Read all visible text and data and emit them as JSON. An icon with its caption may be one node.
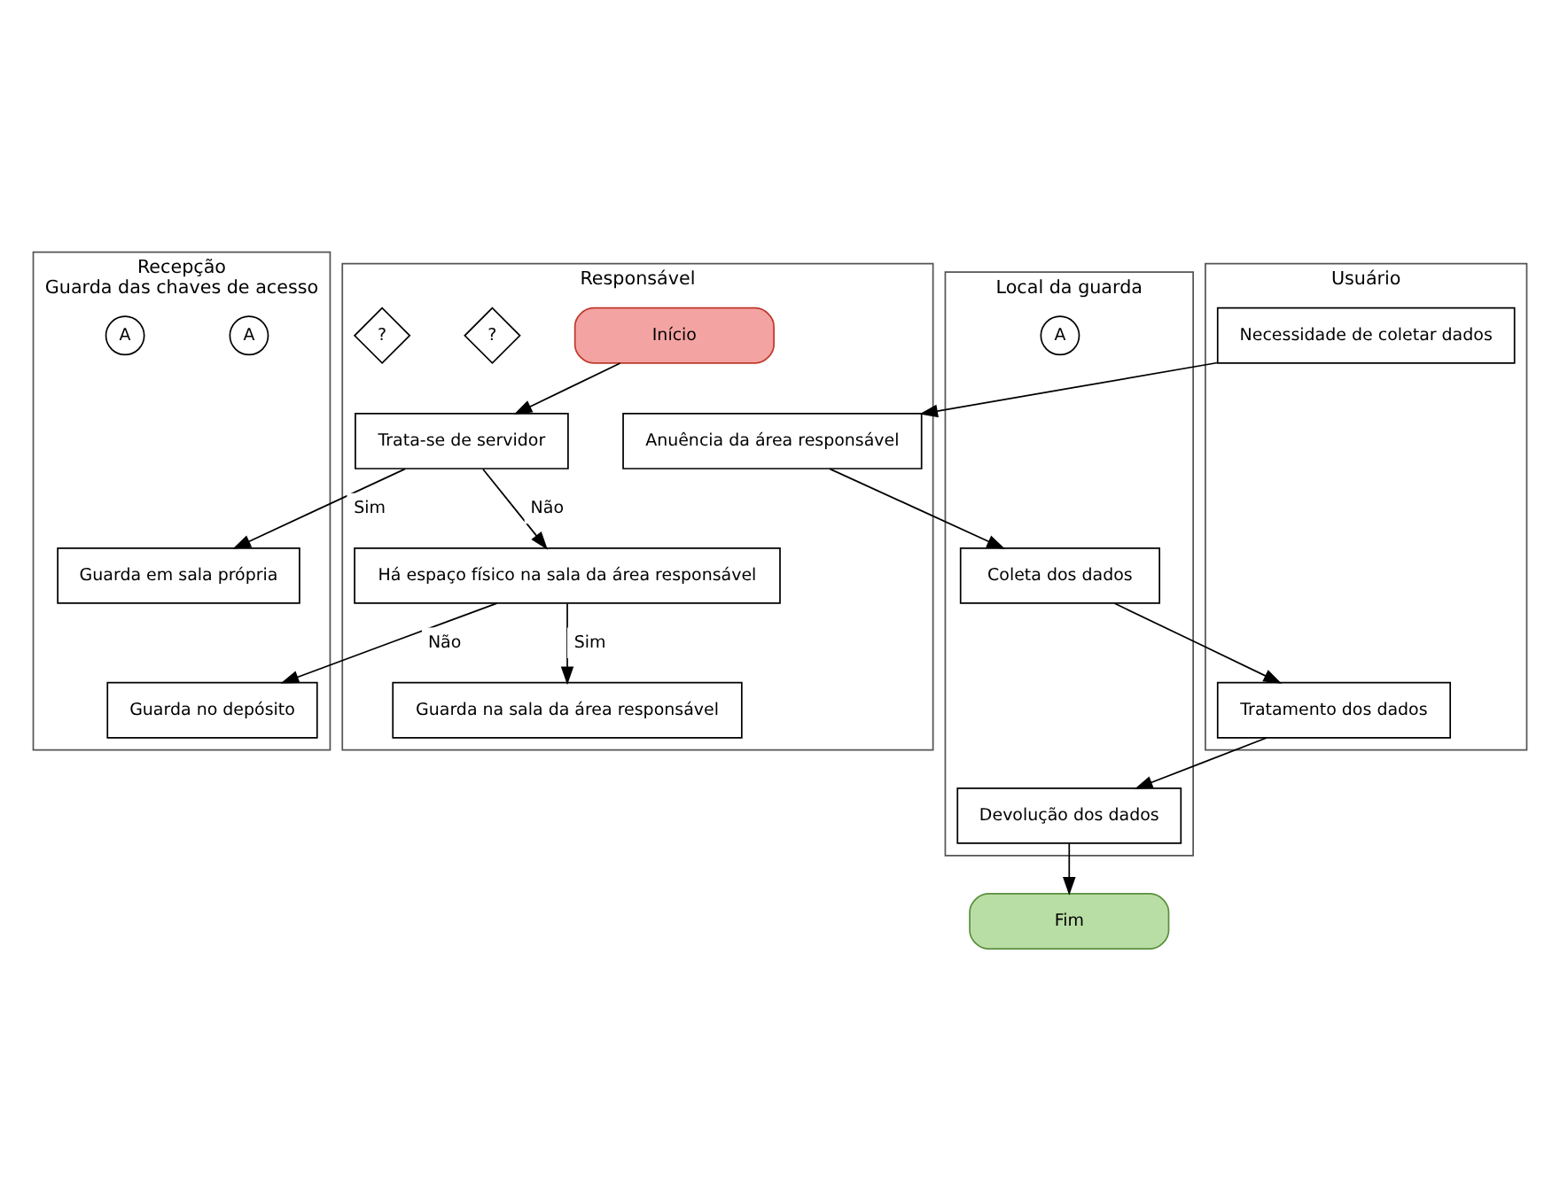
{
  "diagram": {
    "nodes": [
      {
        "text": [
          "Responsável"
        ]
      },
      {
        "text": [
          "Início"
        ],
        "in": 0
      },
      {
        "text": [
          "Trata-se de servidor"
        ],
        "in": 0
      },
      {
        "text": [
          "?"
        ],
        "in": 0
      },
      {
        "text": [
          "Há espaço físico na sala da área responsável"
        ],
        "in": 0
      },
      {
        "text": [
          "?"
        ],
        "in": 0
      },
      {
        "text": [
          "Guarda na sala da área responsável"
        ],
        "in": 0
      },
      {
        "text": [
          "Anuência da área responsável"
        ],
        "in": 0
      },
      {
        "text": [
          "Recepção",
          "Guarda das chaves de acesso"
        ]
      },
      {
        "text": [
          "Guarda em sala própria"
        ],
        "in": 8
      },
      {
        "text": [
          "A"
        ],
        "in": 8
      },
      {
        "text": [
          "Guarda no depósito"
        ],
        "in": 8
      },
      {
        "text": [
          "A"
        ],
        "in": 8
      },
      {
        "text": [
          "Fim"
        ]
      },
      {
        "text": [
          "Local da guarda"
        ]
      },
      {
        "text": [
          "A"
        ],
        "in": 14
      },
      {
        "text": [
          "Coleta dos dados"
        ],
        "in": 14
      },
      {
        "text": [
          "Devolução dos dados"
        ],
        "in": 14
      },
      {
        "text": [
          "Usuário"
        ]
      },
      {
        "text": [
          "Necessidade de coletar dados"
        ],
        "in": 18
      },
      {
        "text": [
          "Tratamento dos dados"
        ],
        "in": 18
      }
    ],
    "edges": [
      {
        "from": 1,
        "to": 2,
        "arrow": "to"
      },
      {
        "from": 2,
        "to": 9,
        "label": "Sim",
        "arrow": "to"
      },
      {
        "from": 2,
        "to": 4,
        "label": "Não",
        "arrow": "to"
      },
      {
        "from": 4,
        "to": 11,
        "label": "Não",
        "arrow": "to"
      },
      {
        "from": 4,
        "to": 6,
        "label": "Sim",
        "arrow": "to"
      },
      {
        "from": 19,
        "to": 7,
        "arrow": "to"
      },
      {
        "from": 7,
        "to": 16,
        "arrow": "to"
      },
      {
        "from": 16,
        "to": 20,
        "arrow": "to"
      },
      {
        "from": 20,
        "to": 17,
        "arrow": "to"
      },
      {
        "from": 17,
        "to": 13,
        "arrow": "to"
      }
    ]
  }
}
